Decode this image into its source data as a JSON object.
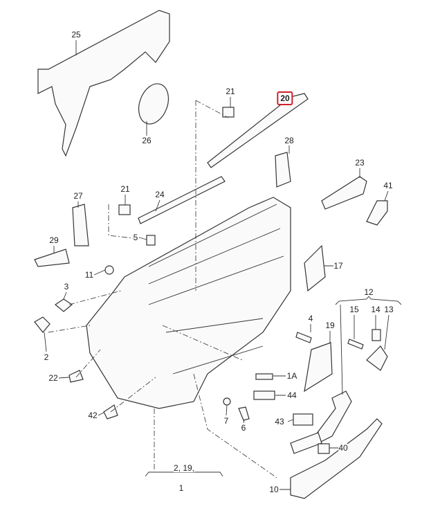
{
  "highlight_color": "#d0202a",
  "labels": {
    "p25": "25",
    "p26": "26",
    "p21a": "21",
    "p20": "20",
    "p28": "28",
    "p23": "23",
    "p41": "41",
    "p21b": "21",
    "p24": "24",
    "p27": "27",
    "p29": "29",
    "p5": "5",
    "p11": "11",
    "p3": "3",
    "p17": "17",
    "p12": "12",
    "p15": "15",
    "p14": "14",
    "p13": "13",
    "p4": "4",
    "p19": "19",
    "p2": "2",
    "p22": "22",
    "p1A": "1A",
    "p44": "44",
    "p7": "7",
    "p6": "6",
    "p43": "43",
    "p40": "40",
    "p42": "42",
    "p10": "10",
    "p2_19": "2, 19,",
    "p1": "1"
  }
}
